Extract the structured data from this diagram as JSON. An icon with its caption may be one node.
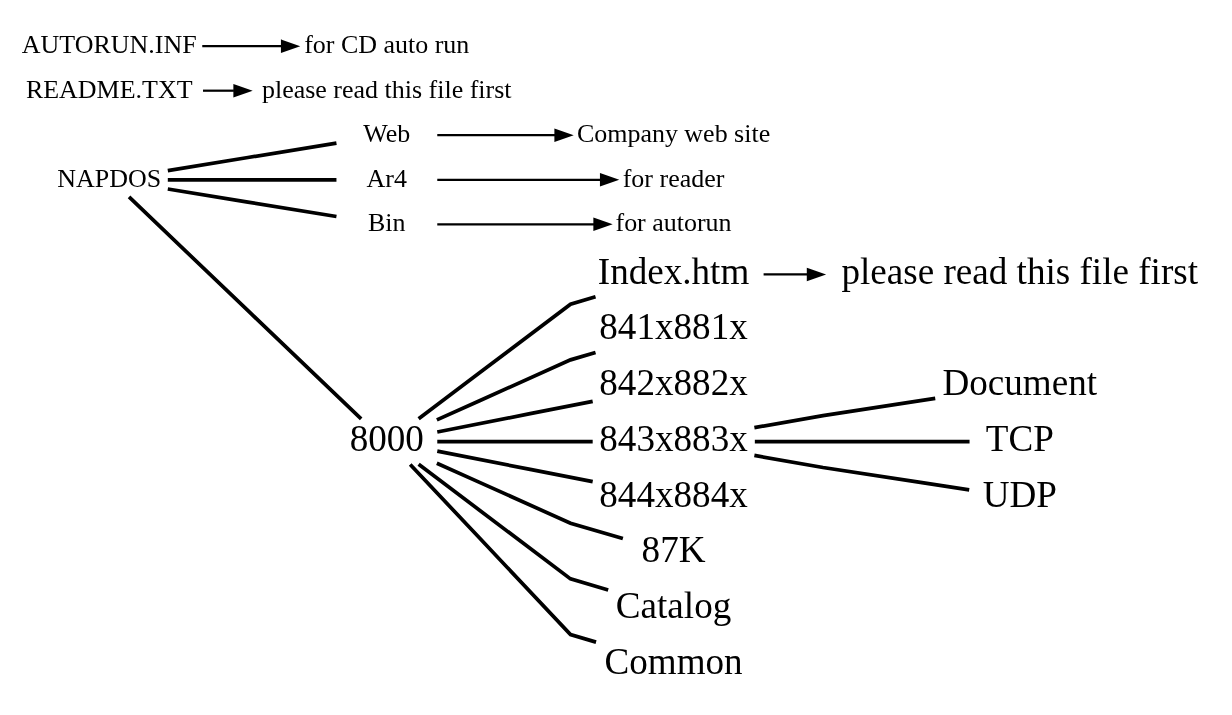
{
  "diagram": {
    "nodes": [
      {
        "text": [
          "AUTORUN.INF"
        ]
      },
      {
        "text": [
          "for CD auto run"
        ]
      },
      {
        "text": [
          "README.TXT"
        ]
      },
      {
        "text": [
          "please read this file first"
        ]
      },
      {
        "text": [
          "NAPDOS"
        ]
      },
      {
        "text": [
          "Web"
        ]
      },
      {
        "text": [
          "Company web site"
        ]
      },
      {
        "text": [
          "Ar4"
        ]
      },
      {
        "text": [
          "for reader"
        ]
      },
      {
        "text": [
          "Bin"
        ]
      },
      {
        "text": [
          "for autorun"
        ]
      },
      {
        "text": [
          "8000"
        ]
      },
      {
        "text": [
          "Index.htm"
        ]
      },
      {
        "text": [
          "please read this file first"
        ]
      },
      {
        "text": [
          "841x881x"
        ]
      },
      {
        "text": [
          "842x882x"
        ]
      },
      {
        "text": [
          "843x883x"
        ]
      },
      {
        "text": [
          "Document"
        ]
      },
      {
        "text": [
          "TCP"
        ]
      },
      {
        "text": [
          "UDP"
        ]
      },
      {
        "text": [
          "844x884x"
        ]
      },
      {
        "text": [
          "87K"
        ]
      },
      {
        "text": [
          "Catalog"
        ]
      },
      {
        "text": [
          "Common"
        ]
      }
    ],
    "edges": [
      {
        "from": 0,
        "to": 1,
        "arrow": "to"
      },
      {
        "from": 2,
        "to": 3,
        "arrow": "to"
      },
      {
        "from": 4,
        "to": 5,
        "arrow": "none"
      },
      {
        "from": 5,
        "to": 6,
        "arrow": "to"
      },
      {
        "from": 4,
        "to": 7,
        "arrow": "none"
      },
      {
        "from": 7,
        "to": 8,
        "arrow": "to"
      },
      {
        "from": 4,
        "to": 9,
        "arrow": "none"
      },
      {
        "from": 9,
        "to": 10,
        "arrow": "to"
      },
      {
        "from": 4,
        "to": 11,
        "arrow": "none"
      },
      {
        "from": 11,
        "to": 12,
        "arrow": "none"
      },
      {
        "from": 12,
        "to": 13,
        "arrow": "to"
      },
      {
        "from": 11,
        "to": 14,
        "arrow": "none"
      },
      {
        "from": 11,
        "to": 15,
        "arrow": "none"
      },
      {
        "from": 11,
        "to": 16,
        "arrow": "none"
      },
      {
        "from": 16,
        "to": 17,
        "arrow": "none"
      },
      {
        "from": 16,
        "to": 18,
        "arrow": "none"
      },
      {
        "from": 16,
        "to": 19,
        "arrow": "none"
      },
      {
        "from": 11,
        "to": 20,
        "arrow": "none"
      },
      {
        "from": 11,
        "to": 21,
        "arrow": "none"
      },
      {
        "from": 11,
        "to": 22,
        "arrow": "none"
      },
      {
        "from": 11,
        "to": 23,
        "arrow": "none"
      }
    ]
  }
}
